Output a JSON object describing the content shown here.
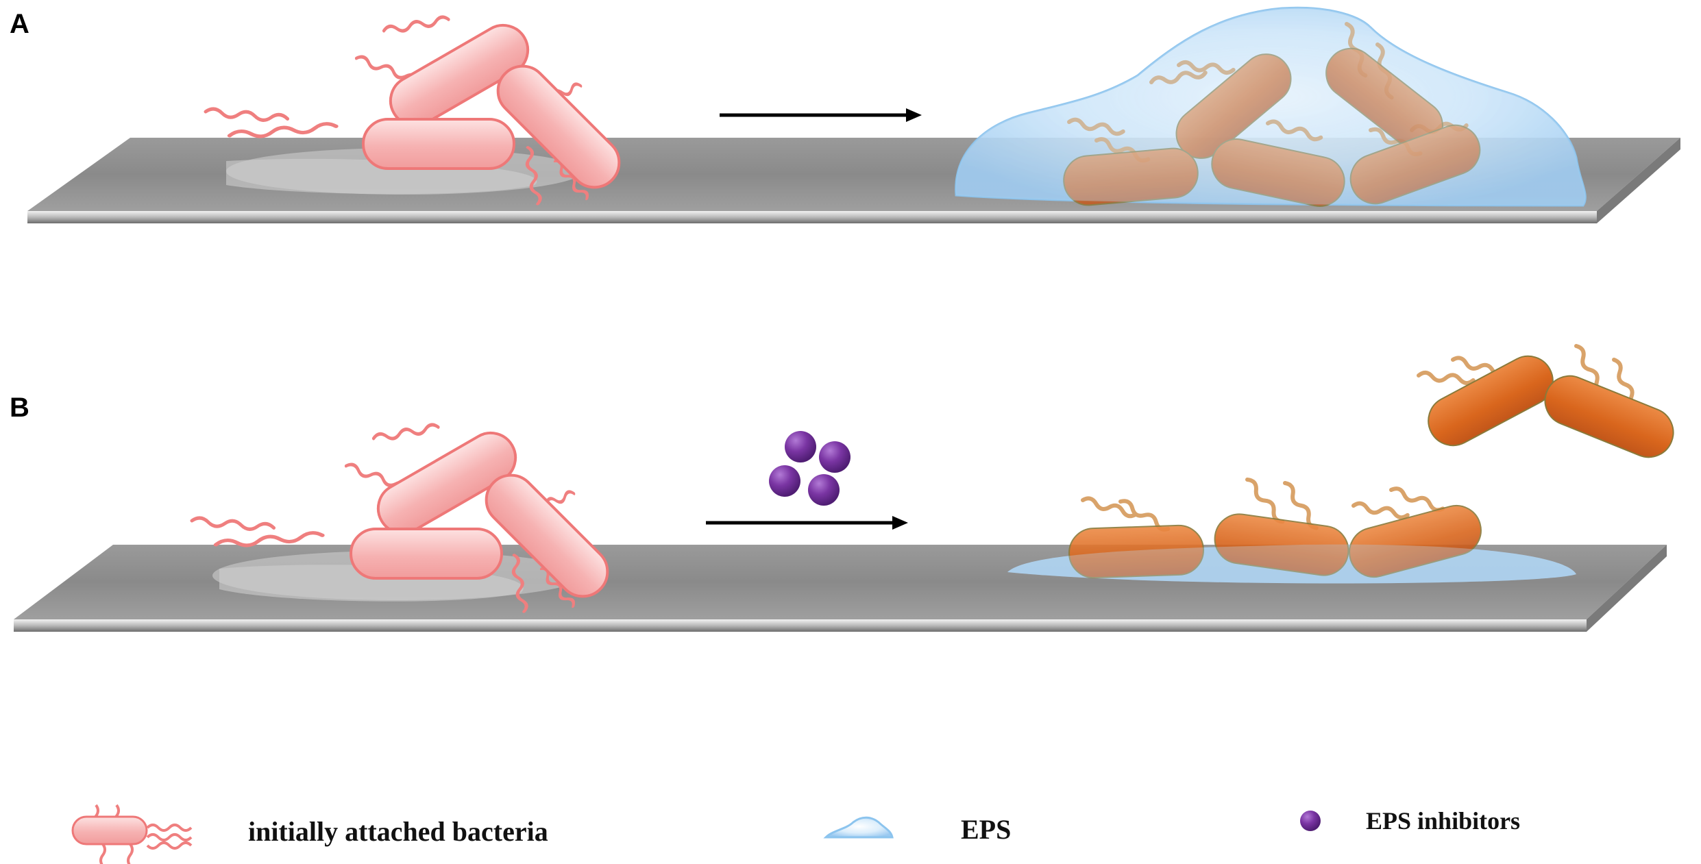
{
  "panels": [
    {
      "label": "A"
    },
    {
      "label": "B"
    }
  ],
  "legend": {
    "bacteria_label": "initially attached bacteria",
    "eps_label": "EPS",
    "inhibitor_label": "EPS inhibitors"
  },
  "colors": {
    "initial_bacteria_fill": "#f6b3b3",
    "initial_bacteria_stroke": "#ee7d7d",
    "mature_bacteria_fill": "#d9691f",
    "mature_flagella": "#d9a36a",
    "eps_fill": "#a8d2f3",
    "inhibitor_fill": "#6a2a8f",
    "surface_top": "#bdbdbd",
    "surface_edge": "#8a8a8a"
  }
}
